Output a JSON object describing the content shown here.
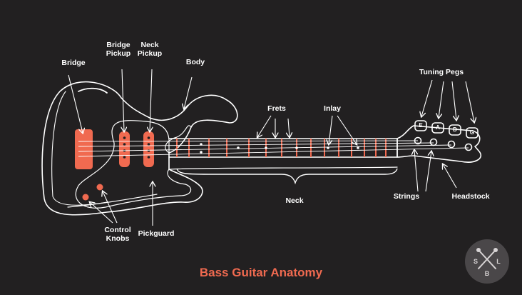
{
  "title": "Bass Guitar Anatomy",
  "labels": {
    "bridge": "Bridge",
    "bridge_pickup": "Bridge\nPickup",
    "neck_pickup": "Neck\nPickup",
    "body": "Body",
    "frets": "Frets",
    "inlay": "Inlay",
    "tuning_pegs": "Tuning Pegs",
    "strings": "Strings",
    "headstock": "Headstock",
    "neck": "Neck",
    "control_knobs": "Control\nKnobs",
    "pickguard": "Pickguard"
  },
  "tuning_peg_notes": [
    "E",
    "A",
    "D",
    "G"
  ],
  "logo": {
    "letters": [
      "S",
      "L",
      "B"
    ]
  },
  "colors": {
    "background": "#222021",
    "outline": "#ffffff",
    "accent": "#f06a50",
    "badge": "#4a4749"
  }
}
